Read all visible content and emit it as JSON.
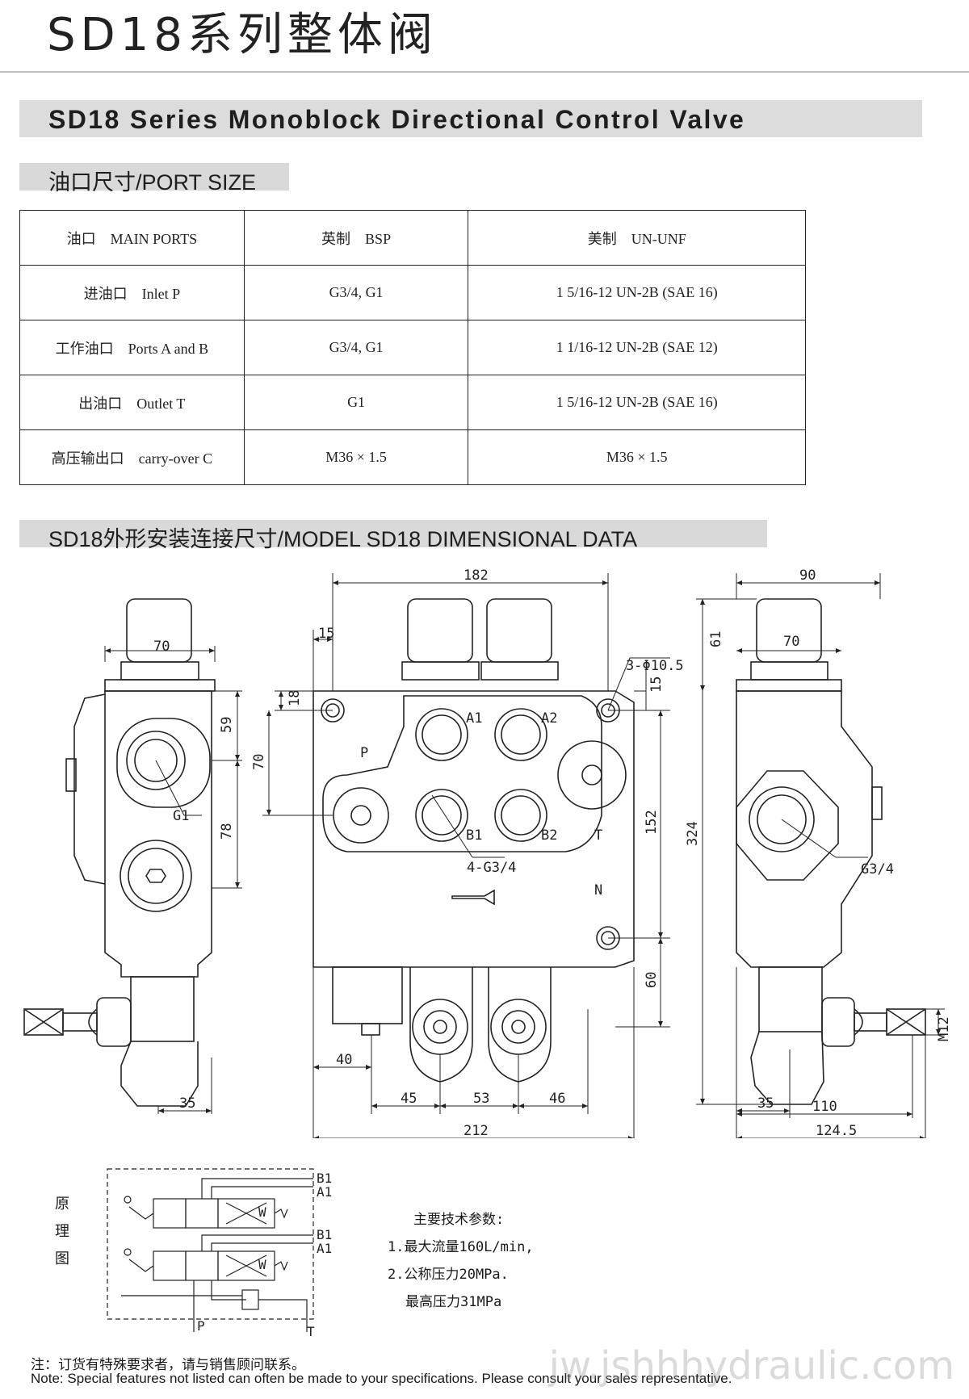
{
  "title": "SD18系列整体阀",
  "banner": "SD18 Series Monoblock Directional Control Valve",
  "port_size_heading": "油口尺寸/PORT SIZE",
  "port_table": {
    "headers": [
      "油口　MAIN PORTS",
      "英制　BSP",
      "美制　UN-UNF"
    ],
    "rows": [
      [
        "进油口　Inlet P",
        "G3/4, G1",
        "1 5/16-12 UN-2B (SAE 16)"
      ],
      [
        "工作油口　Ports A and B",
        "G3/4, G1",
        "1 1/16-12 UN-2B (SAE 12)"
      ],
      [
        "出油口　Outlet T",
        "G1",
        "1 5/16-12 UN-2B (SAE 16)"
      ],
      [
        "高压输出口　carry-over C",
        "M36 × 1.5",
        "M36 × 1.5"
      ]
    ]
  },
  "dimensional_heading": "SD18外形安装连接尺寸/MODEL SD18 DIMENSIONAL DATA",
  "drawing": {
    "left_view": {
      "dims": [
        "70",
        "59",
        "78",
        "35"
      ],
      "port_label": "G1"
    },
    "front_view": {
      "dims": [
        "182",
        "15",
        "18",
        "70",
        "152",
        "324",
        "60",
        "40",
        "45",
        "53",
        "46",
        "212"
      ],
      "hole_label": "3-Φ10.5",
      "port_thread_label": "4-G3/4",
      "port_labels": [
        "P",
        "A1",
        "A2",
        "B1",
        "B2",
        "T",
        "N"
      ]
    },
    "right_view": {
      "dims": [
        "90",
        "61",
        "70",
        "35",
        "110",
        "124.5",
        "M12"
      ],
      "port_label": "G3/4"
    }
  },
  "schematic": {
    "title_chars": [
      "原",
      "理",
      "图"
    ],
    "labels": [
      "B1",
      "A1",
      "B1",
      "A1",
      "W",
      "W",
      "P",
      "T"
    ]
  },
  "specs": {
    "heading": "主要技术参数:",
    "items": [
      "1.最大流量160L/min,",
      "2.公称压力20MPa.",
      "最高压力31MPa"
    ]
  },
  "notes": {
    "cn": "注：订货有特殊要求者，请与销售顾问联系。",
    "en": "Note: Special features not listed can often be made to your specifications. Please consult your sales representative."
  },
  "watermark": "jw.jshhhydraulic.com"
}
